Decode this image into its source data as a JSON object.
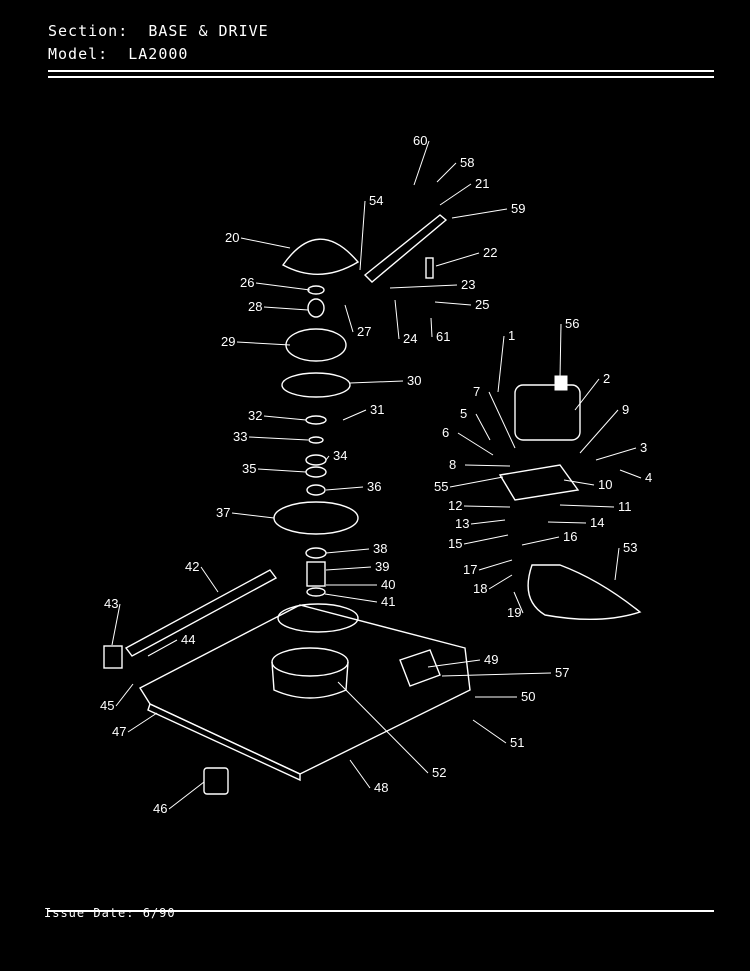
{
  "header": {
    "section_label": "Section:",
    "section_value": "BASE & DRIVE",
    "model_label": "Model:",
    "model_value": "LA2000"
  },
  "footer": {
    "issue_label": "Issue Date:",
    "issue_value": "6/90"
  },
  "callouts": [
    "1",
    "2",
    "3",
    "4",
    "5",
    "6",
    "7",
    "8",
    "9",
    "10",
    "11",
    "12",
    "13",
    "14",
    "15",
    "16",
    "17",
    "18",
    "19",
    "20",
    "21",
    "22",
    "23",
    "24",
    "25",
    "26",
    "27",
    "28",
    "29",
    "30",
    "31",
    "32",
    "33",
    "34",
    "35",
    "36",
    "37",
    "38",
    "39",
    "40",
    "41",
    "42",
    "43",
    "44",
    "45",
    "46",
    "47",
    "48",
    "49",
    "50",
    "51",
    "52",
    "53",
    "54",
    "55",
    "56",
    "57",
    "58",
    "59",
    "60",
    "61"
  ]
}
